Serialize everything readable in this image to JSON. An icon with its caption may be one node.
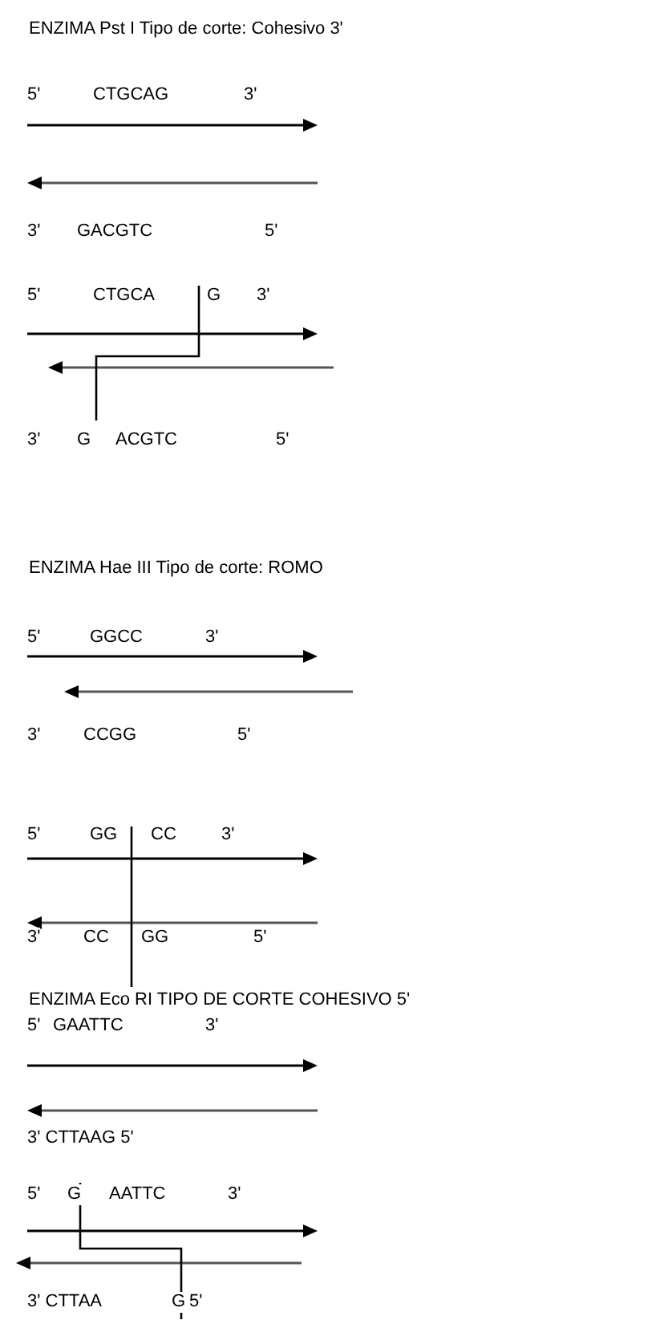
{
  "diagram": {
    "labels": [
      "ENZIMA Pst I Tipo de corte: Cohesivo 3'",
      "5'",
      "CTGCAG",
      "3'",
      "3'",
      "GACGTC",
      "5'",
      "5'",
      "CTGCA",
      "G",
      "3'",
      "3'",
      "G",
      "ACGTC",
      "5'",
      "ENZIMA Hae III  Tipo de corte: ROMO",
      "5'",
      "GGCC",
      "3'",
      "3'",
      "CCGG",
      "5'",
      "5'",
      "GG",
      "CC",
      "3'",
      "3'",
      "CC",
      "GG",
      "5'",
      "ENZIMA Eco RI  TIPO DE CORTE COHESIVO 5'",
      "5'",
      "GAATTC",
      "3'",
      "3' CTTAAG 5'",
      "5'",
      "G",
      "AATTC",
      "3'",
      "3' CTTAA",
      "G",
      "5'"
    ]
  }
}
